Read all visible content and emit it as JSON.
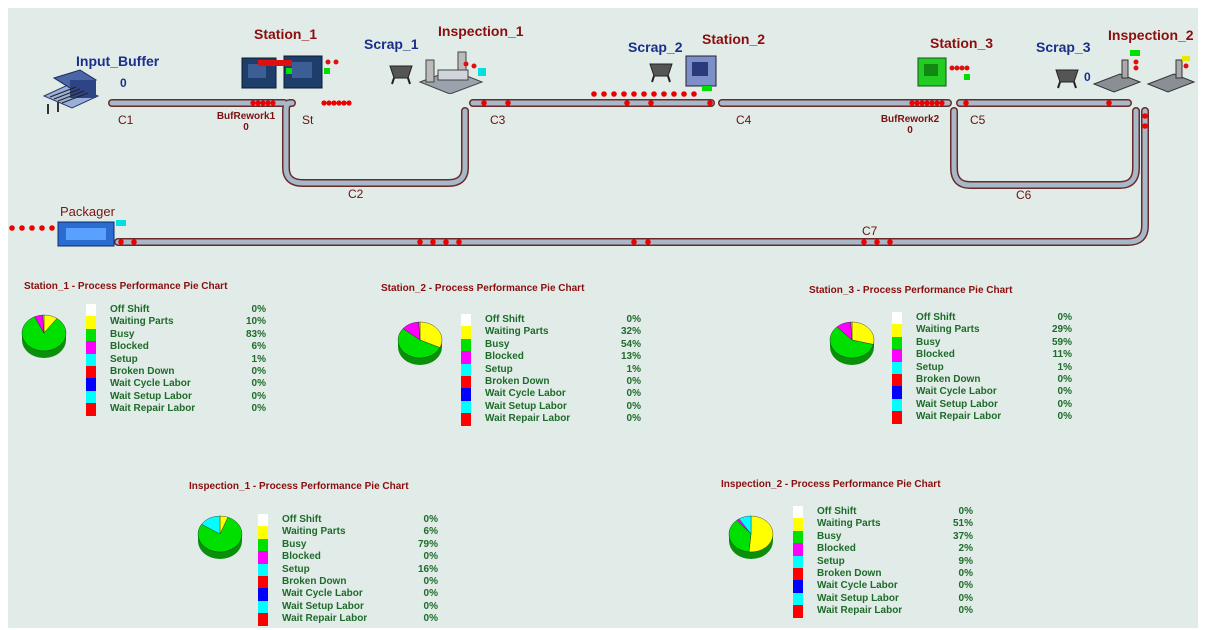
{
  "stations": {
    "input_buffer": {
      "label": "Input_Buffer",
      "count": "0"
    },
    "station_1": {
      "label": "Station_1"
    },
    "scrap_1": {
      "label": "Scrap_1"
    },
    "inspection_1": {
      "label": "Inspection_1"
    },
    "scrap_2": {
      "label": "Scrap_2"
    },
    "station_2": {
      "label": "Station_2"
    },
    "station_3": {
      "label": "Station_3"
    },
    "scrap_3": {
      "label": "Scrap_3",
      "count": "0"
    },
    "inspection_2": {
      "label": "Inspection_2"
    },
    "packager": {
      "label": "Packager"
    }
  },
  "conveyors": {
    "c1": "C1",
    "st": "St",
    "c2": "C2",
    "c3": "C3",
    "c4": "C4",
    "c5": "C5",
    "c6": "C6",
    "c7": "C7"
  },
  "buffers": {
    "bufrework1": {
      "label": "BufRework1",
      "count": "0"
    },
    "bufrework2": {
      "label": "BufRework2",
      "count": "0"
    }
  },
  "legend_categories": [
    {
      "name": "Off Shift",
      "color": "#ffffff"
    },
    {
      "name": "Waiting Parts",
      "color": "#ffff00"
    },
    {
      "name": "Busy",
      "color": "#00e000"
    },
    {
      "name": "Blocked",
      "color": "#ff00ff"
    },
    {
      "name": "Setup",
      "color": "#00ffff"
    },
    {
      "name": "Broken Down",
      "color": "#ff0000"
    },
    {
      "name": "Wait Cycle Labor",
      "color": "#0000ff"
    },
    {
      "name": "Wait Setup Labor",
      "color": "#00ffff"
    },
    {
      "name": "Wait Repair Labor",
      "color": "#ff0000"
    }
  ],
  "chart_data": [
    {
      "type": "pie",
      "title": "Station_1 - Process Performance Pie Chart",
      "categories": [
        "Off Shift",
        "Waiting Parts",
        "Busy",
        "Blocked",
        "Setup",
        "Broken Down",
        "Wait Cycle Labor",
        "Wait Setup Labor",
        "Wait Repair Labor"
      ],
      "values": [
        0,
        10,
        83,
        6,
        1,
        0,
        0,
        0,
        0
      ],
      "labels": [
        "0%",
        "10%",
        "83%",
        "6%",
        "1%",
        "0%",
        "0%",
        "0%",
        "0%"
      ]
    },
    {
      "type": "pie",
      "title": "Station_2 - Process Performance Pie Chart",
      "categories": [
        "Off Shift",
        "Waiting Parts",
        "Busy",
        "Blocked",
        "Setup",
        "Broken Down",
        "Wait Cycle Labor",
        "Wait Setup Labor",
        "Wait Repair Labor"
      ],
      "values": [
        0,
        32,
        54,
        13,
        1,
        0,
        0,
        0,
        0
      ],
      "labels": [
        "0%",
        "32%",
        "54%",
        "13%",
        "1%",
        "0%",
        "0%",
        "0%",
        "0%"
      ]
    },
    {
      "type": "pie",
      "title": "Station_3 - Process Performance Pie Chart",
      "categories": [
        "Off Shift",
        "Waiting Parts",
        "Busy",
        "Blocked",
        "Setup",
        "Broken Down",
        "Wait Cycle Labor",
        "Wait Setup Labor",
        "Wait Repair Labor"
      ],
      "values": [
        0,
        29,
        59,
        11,
        1,
        0,
        0,
        0,
        0
      ],
      "labels": [
        "0%",
        "29%",
        "59%",
        "11%",
        "1%",
        "0%",
        "0%",
        "0%",
        "0%"
      ]
    },
    {
      "type": "pie",
      "title": "Inspection_1 - Process Performance Pie Chart",
      "categories": [
        "Off Shift",
        "Waiting Parts",
        "Busy",
        "Blocked",
        "Setup",
        "Broken Down",
        "Wait Cycle Labor",
        "Wait Setup Labor",
        "Wait Repair Labor"
      ],
      "values": [
        0,
        6,
        79,
        0,
        16,
        0,
        0,
        0,
        0
      ],
      "labels": [
        "0%",
        "6%",
        "79%",
        "0%",
        "16%",
        "0%",
        "0%",
        "0%",
        "0%"
      ]
    },
    {
      "type": "pie",
      "title": "Inspection_2 - Process Performance Pie Chart",
      "categories": [
        "Off Shift",
        "Waiting Parts",
        "Busy",
        "Blocked",
        "Setup",
        "Broken Down",
        "Wait Cycle Labor",
        "Wait Setup Labor",
        "Wait Repair Labor"
      ],
      "values": [
        0,
        51,
        37,
        2,
        9,
        0,
        0,
        0,
        0
      ],
      "labels": [
        "0%",
        "51%",
        "37%",
        "2%",
        "9%",
        "0%",
        "0%",
        "0%",
        "0%"
      ]
    }
  ]
}
